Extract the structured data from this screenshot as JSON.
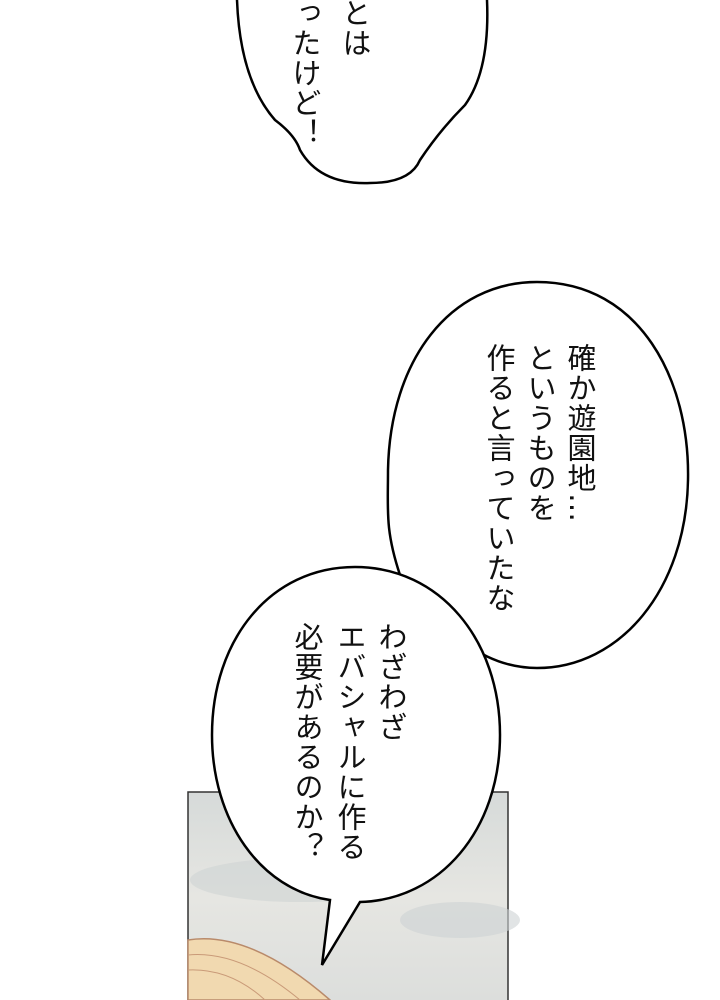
{
  "bubbles": [
    {
      "lines": [
        "とは",
        "ったけど！"
      ]
    },
    {
      "lines": [
        "確か遊園地…",
        "というものを",
        "作ると言っていたな"
      ]
    },
    {
      "lines": [
        "わざわざ",
        "エバシャルに作る",
        "必要があるのか？"
      ]
    }
  ],
  "colors": {
    "sky": "#dfe1df",
    "hair": "#f1d9b0",
    "outline": "#000000"
  }
}
